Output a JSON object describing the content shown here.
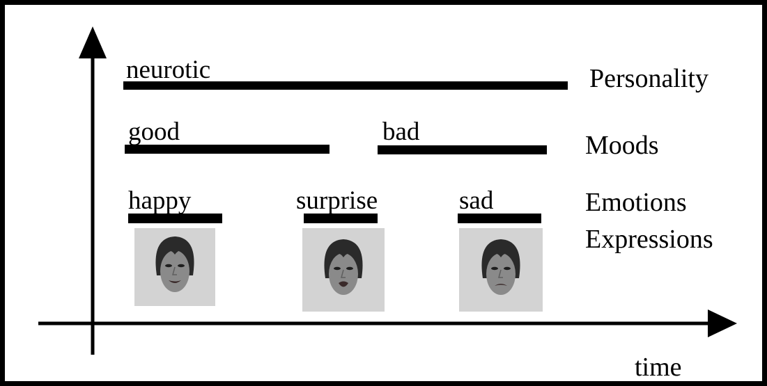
{
  "layers": {
    "personality": {
      "label": "Personality",
      "segments": [
        {
          "name": "neurotic"
        }
      ]
    },
    "moods": {
      "label": "Moods",
      "segments": [
        {
          "name": "good"
        },
        {
          "name": "bad"
        }
      ]
    },
    "emotions": {
      "label": "Emotions",
      "segments": [
        {
          "name": "happy"
        },
        {
          "name": "surprise"
        },
        {
          "name": "sad"
        }
      ]
    },
    "expressions": {
      "label": "Expressions",
      "faces": [
        {
          "emotion": "happy",
          "mouth": "smile"
        },
        {
          "emotion": "surprise",
          "mouth": "open"
        },
        {
          "emotion": "sad",
          "mouth": "frown"
        }
      ]
    }
  },
  "axes": {
    "x_label": "time"
  },
  "colors": {
    "stroke": "#000000",
    "face_bg": "#d3d3d3",
    "skin": "#8a8a8a",
    "hair": "#2a2a2a"
  }
}
